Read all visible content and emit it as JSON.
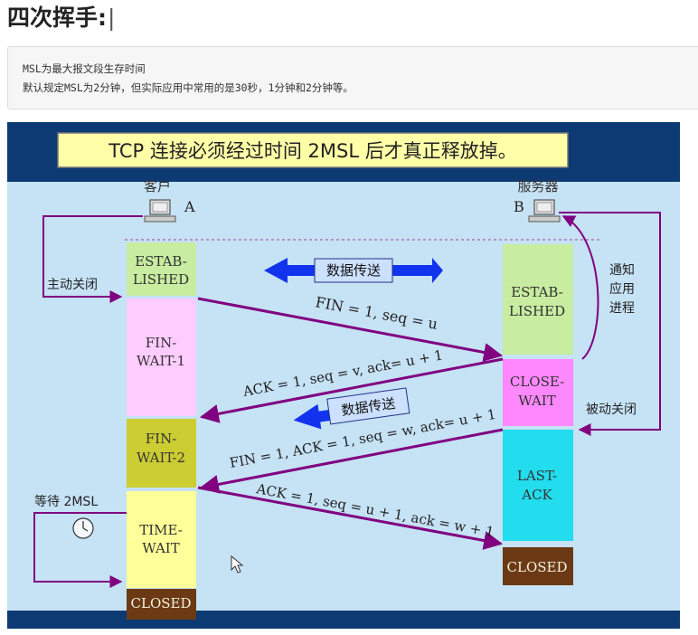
{
  "heading": "四次挥手:",
  "notes": [
    "MSL为最大报文段生存时间",
    "默认规定MSL为2分钟，但实际应用中常用的是30秒，1分钟和2分钟等。"
  ],
  "diagram": {
    "title": "TCP 连接必须经过时间 2MSL 后才真正释放掉。",
    "client": {
      "name": "客户",
      "letter": "A"
    },
    "server": {
      "name": "服务器",
      "letter": "B"
    },
    "client_states": [
      "ESTAB-|LISHED",
      "FIN-|WAIT-1",
      "FIN-|WAIT-2",
      "TIME-|WAIT",
      "CLOSED"
    ],
    "server_states": [
      "ESTAB-|LISHED",
      "CLOSE-|WAIT",
      "LAST-|ACK",
      "CLOSED"
    ],
    "active_close": "主动关闭",
    "passive_close": "被动关闭",
    "notify_app": "通知|应用|进程",
    "wait_2msl": "等待 2MSL",
    "data_transfer_1": "数据传送",
    "data_transfer_2": "数据传送",
    "msg1": "FIN = 1, seq = u",
    "msg2": "ACK = 1, seq = v, ack= u + 1",
    "msg3": "FIN = 1, ACK = 1, seq = w, ack= u + 1",
    "msg4": "ACK = 1, seq = u + 1, ack = w + 1",
    "colors": {
      "band": "#0d3a73",
      "panel": "#c6e2f5",
      "title_bg": "#ffffa8",
      "arrow": "#800080",
      "established": "#c8eca0",
      "fin_wait_1": "#ffccff",
      "fin_wait_2": "#cccc33",
      "time_wait": "#ffff99",
      "close_wait": "#ff88ff",
      "last_ack": "#22ddee",
      "closed": "#6b3a14",
      "data_arrow": "#1133ee",
      "data_label": "#cce0ff"
    }
  }
}
